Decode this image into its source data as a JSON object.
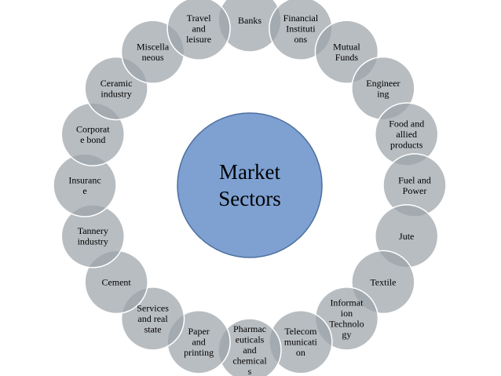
{
  "center": {
    "lines": [
      "Market",
      "Sectors"
    ]
  },
  "sectors": [
    {
      "lines": [
        "Banks"
      ]
    },
    {
      "lines": [
        "Financial",
        "Instituti",
        "ons"
      ]
    },
    {
      "lines": [
        "Mutual",
        "Funds"
      ]
    },
    {
      "lines": [
        "Engineer",
        "ing"
      ]
    },
    {
      "lines": [
        "Food and",
        "allied",
        "products"
      ]
    },
    {
      "lines": [
        "Fuel and",
        "Power"
      ]
    },
    {
      "lines": [
        "Jute"
      ]
    },
    {
      "lines": [
        "Textile"
      ]
    },
    {
      "lines": [
        "Informat",
        "ion",
        "Technolo",
        "gy"
      ]
    },
    {
      "lines": [
        "Telecom",
        "municati",
        "on"
      ]
    },
    {
      "lines": [
        "Pharmac",
        "euticals",
        "and",
        "chemical",
        "s"
      ]
    },
    {
      "lines": [
        "Paper",
        "and",
        "printing"
      ]
    },
    {
      "lines": [
        "Services",
        "and real",
        "state"
      ]
    },
    {
      "lines": [
        "Cement"
      ]
    },
    {
      "lines": [
        "Tannery",
        "industry"
      ]
    },
    {
      "lines": [
        "Insuranc",
        "e"
      ]
    },
    {
      "lines": [
        "Corporat",
        "e bond"
      ]
    },
    {
      "lines": [
        "Ceramic",
        "industry"
      ]
    },
    {
      "lines": [
        "Miscella",
        "neous"
      ]
    },
    {
      "lines": [
        "Travel",
        "and",
        "leisure"
      ]
    }
  ],
  "colors": {
    "center_fill": "#7ea1d2",
    "center_stroke": "#4d6f9f",
    "node_fill": "#9da3a9",
    "node_stroke": "#ffffff"
  }
}
